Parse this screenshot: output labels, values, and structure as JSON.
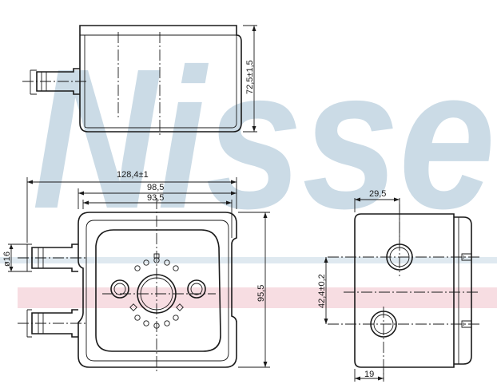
{
  "watermark": {
    "text": "Nisse",
    "color": "#b9cfdd"
  },
  "band_color": "#f3cfd6",
  "dimensions": {
    "height_top": "72,5±1,5",
    "overall_width": "128,4±1",
    "body_width": "98,5",
    "inner_width": "93,5",
    "body_height": "95,5",
    "pipe_diameter": "ø16",
    "side_offset": "29,5",
    "side_spacing": "42,4±0,2",
    "side_bottom": "19"
  }
}
